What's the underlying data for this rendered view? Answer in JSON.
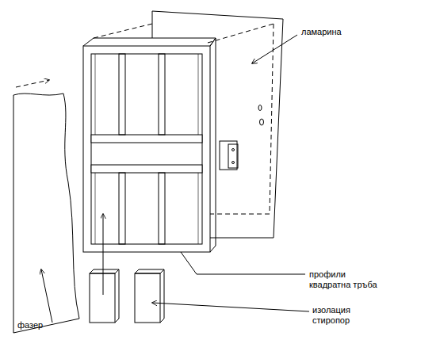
{
  "diagram": {
    "labels": [
      "ламарина",
      "профили квадратна тръба",
      "изолация стиропор",
      "фазер"
    ]
  }
}
